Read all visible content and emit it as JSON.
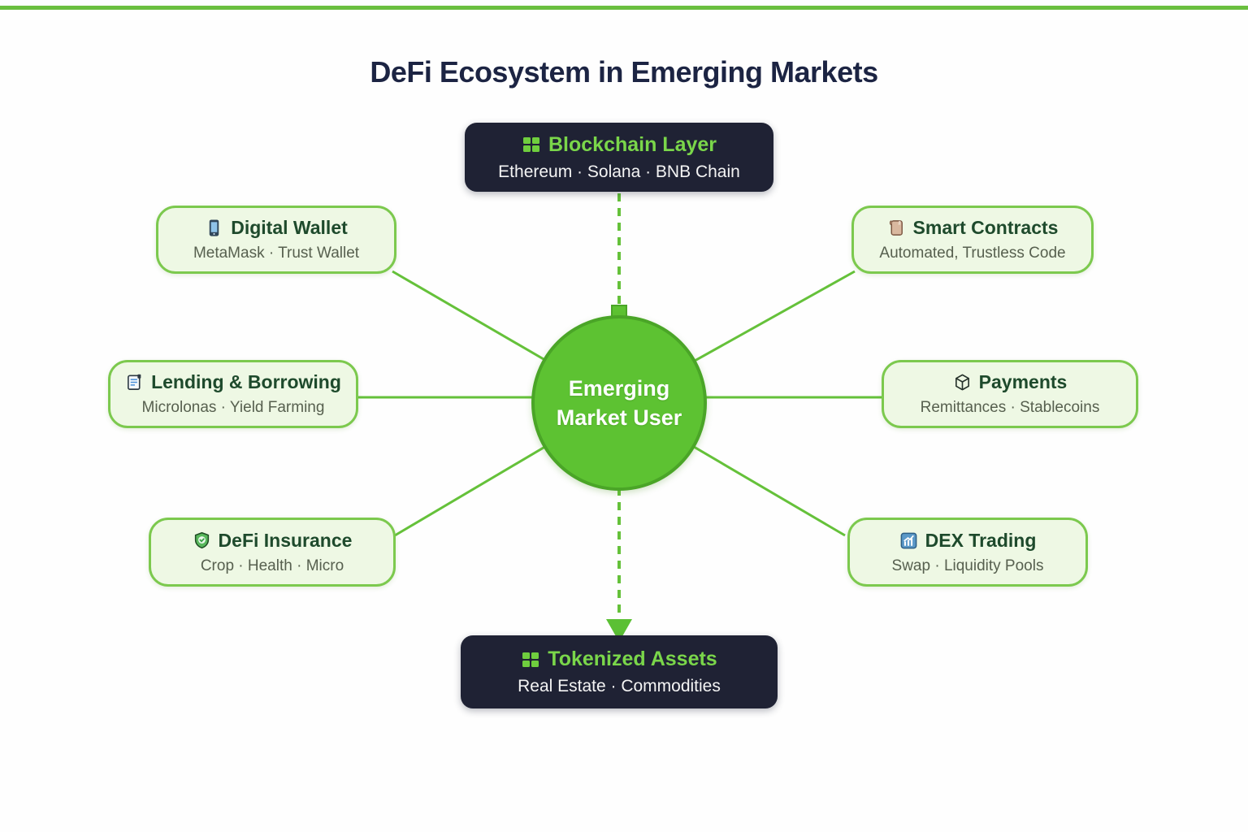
{
  "title": "DeFi Ecosystem in Emerging Markets",
  "colors": {
    "accent_green": "#65c13a",
    "top_bar_green": "#6abf3f",
    "light_node_bg": "#eef8e4",
    "light_node_border": "#7cc94e",
    "light_node_title": "#1e4a2c",
    "light_node_subtitle": "#57604f",
    "dark_node_bg": "#1f2234",
    "dark_node_title_green": "#7ad64a",
    "dark_node_subtitle": "#f4f4f4",
    "center_fill": "#5dc232",
    "center_border": "#4aa527",
    "page_title_color": "#1c2443"
  },
  "center": {
    "line1": "Emerging",
    "line2": "Market User"
  },
  "nodes": {
    "blockchain_layer": {
      "title": "Blockchain Layer",
      "subtitle": "Ethereum · Solana · BNB Chain",
      "icon": "grid-blocks-icon"
    },
    "digital_wallet": {
      "title": "Digital Wallet",
      "subtitle": "MetaMask · Trust Wallet",
      "icon": "smartphone-icon"
    },
    "smart_contracts": {
      "title": "Smart Contracts",
      "subtitle": "Automated, Trustless Code",
      "icon": "scroll-icon"
    },
    "lending_borrowing": {
      "title": "Lending & Borrowing",
      "subtitle": "Microlonas · Yield Farming",
      "icon": "ledger-icon"
    },
    "payments": {
      "title": "Payments",
      "subtitle": "Remittances · Stablecoins",
      "icon": "package-icon"
    },
    "defi_insurance": {
      "title": "DeFi Insurance",
      "subtitle": "Crop · Health · Micro",
      "icon": "shield-check-icon"
    },
    "dex_trading": {
      "title": "DEX Trading",
      "subtitle": "Swap · Liquidity Pools",
      "icon": "chart-up-icon"
    },
    "tokenized_assets": {
      "title": "Tokenized Assets",
      "subtitle": "Real Estate · Commodities",
      "icon": "grid-blocks-icon"
    }
  }
}
